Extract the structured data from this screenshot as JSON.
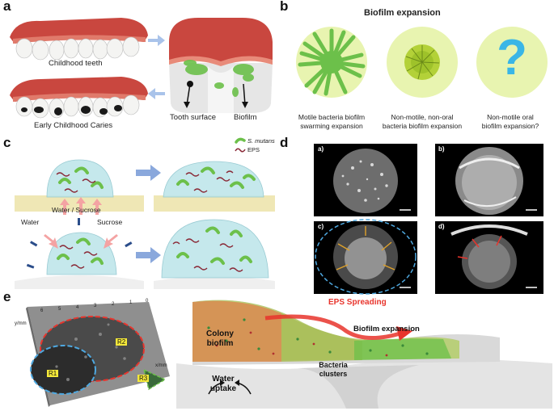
{
  "panels": {
    "a": {
      "letter": "a",
      "labels": {
        "childhood_teeth": "Childhood teeth",
        "early_caries": "Early Childhood Caries",
        "tooth_surface": "Tooth surface",
        "biofilm": "Biofilm"
      }
    },
    "b": {
      "letter": "b",
      "title": "Biofilm expansion",
      "items": [
        {
          "line1": "Motile bacteria biofilm",
          "line2": "swarming expansion"
        },
        {
          "line1": "Non-motile, non-oral",
          "line2": "bacteria biofilm expansion"
        },
        {
          "line1": "Non-motile oral",
          "line2": "biofilm expansion?"
        }
      ],
      "question_mark": "?"
    },
    "c": {
      "letter": "c",
      "legend": {
        "smutans": "S. mutans",
        "eps": "EPS"
      },
      "labels": {
        "water_sucrose": "Water / Sucrose",
        "water": "Water",
        "sucrose": "Sucrose"
      }
    },
    "d": {
      "letter": "d",
      "sub": [
        "a)",
        "b)",
        "c)",
        "d)"
      ]
    },
    "e": {
      "letter": "e",
      "plot_labels": {
        "r1": "R1",
        "r2": "R2",
        "r3": "R3",
        "ymm": "y/mm",
        "xmm": "x/mm"
      },
      "axis_ticks": [
        "6",
        "5",
        "4",
        "3",
        "2",
        "1",
        "0"
      ],
      "labels": {
        "eps_spreading": "EPS Spreading",
        "colony_line1": "Colony",
        "colony_line2": "biofilm",
        "biofilm_expansion": "Biofilm expansion",
        "water_line1": "Water",
        "water_line2": "uptake",
        "bacteria_line1": "Bacteria",
        "bacteria_line2": "clusters"
      }
    }
  },
  "colors": {
    "gum": "#c9473f",
    "biofilm_green": "#6cc04a",
    "eps_red": "#e8342c",
    "arrow_blue": "#7a9fd6",
    "dome": "#bfe6ea"
  }
}
